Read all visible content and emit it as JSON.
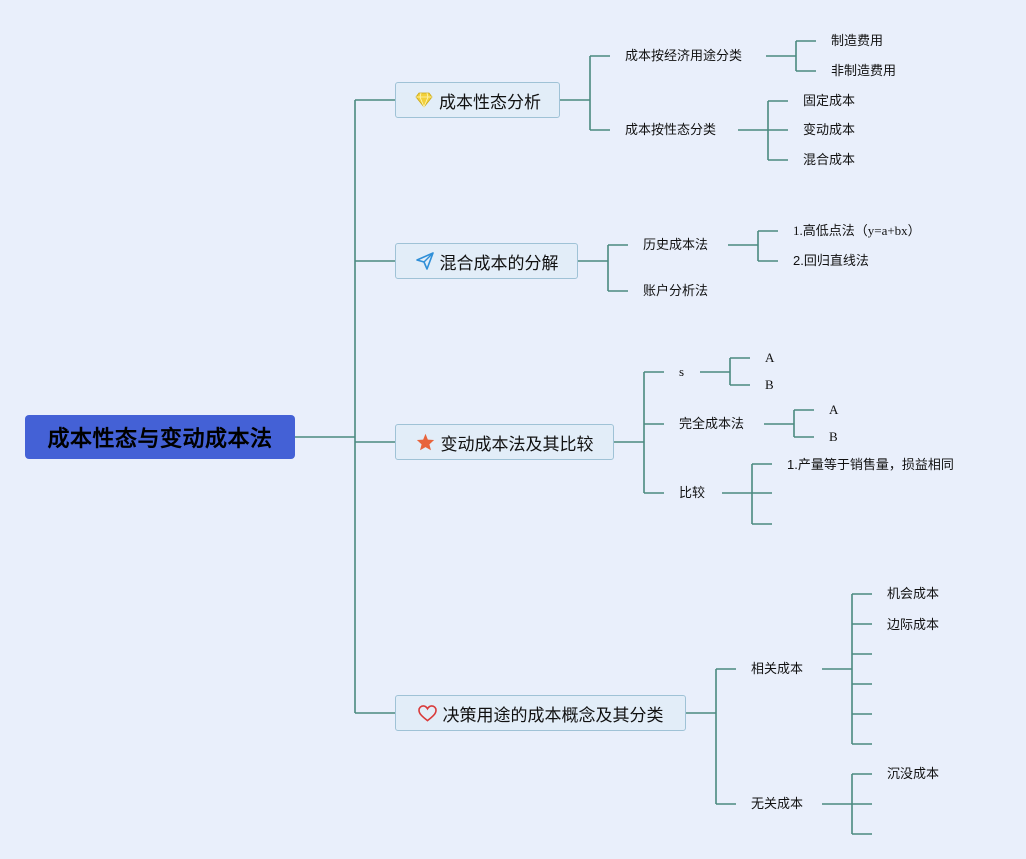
{
  "root": {
    "title": "成本性态与变动成本法"
  },
  "branches": [
    {
      "title": "成本性态分析",
      "icon": "diamond-icon",
      "children": [
        {
          "label": "成本按经济用途分类",
          "children": [
            "制造费用",
            "非制造费用"
          ]
        },
        {
          "label": "成本按性态分类",
          "children": [
            "固定成本",
            "变动成本",
            "混合成本"
          ]
        }
      ]
    },
    {
      "title": "混合成本的分解",
      "icon": "paper-plane-icon",
      "children": [
        {
          "label": "历史成本法",
          "children": [
            "1.高低点法（y=a+bx）",
            "2.回归直线法"
          ]
        },
        {
          "label": "账户分析法",
          "children": []
        }
      ]
    },
    {
      "title": "变动成本法及其比较",
      "icon": "star-icon",
      "children": [
        {
          "label": "s",
          "children": [
            "A",
            "B"
          ]
        },
        {
          "label": "完全成本法",
          "children": [
            "A",
            "B"
          ]
        },
        {
          "label": "比较",
          "children": [
            "1.产量等于销售量，损益相同",
            "",
            ""
          ]
        }
      ]
    },
    {
      "title": "决策用途的成本概念及其分类",
      "icon": "heart-icon",
      "children": [
        {
          "label": "相关成本",
          "children": [
            "机会成本",
            "边际成本",
            "",
            "",
            "",
            ""
          ]
        },
        {
          "label": "无关成本",
          "children": [
            "沉没成本",
            "",
            ""
          ]
        }
      ]
    }
  ],
  "colors": {
    "connector": "#4b8a80",
    "root_fill": "#4461d6",
    "branch_fill": "#e2edf8",
    "branch_border": "#9fc2d6",
    "diamond": "#f2d03b",
    "plane": "#2f8fd8",
    "star": "#e8643c",
    "heart": "#d93a3a"
  }
}
